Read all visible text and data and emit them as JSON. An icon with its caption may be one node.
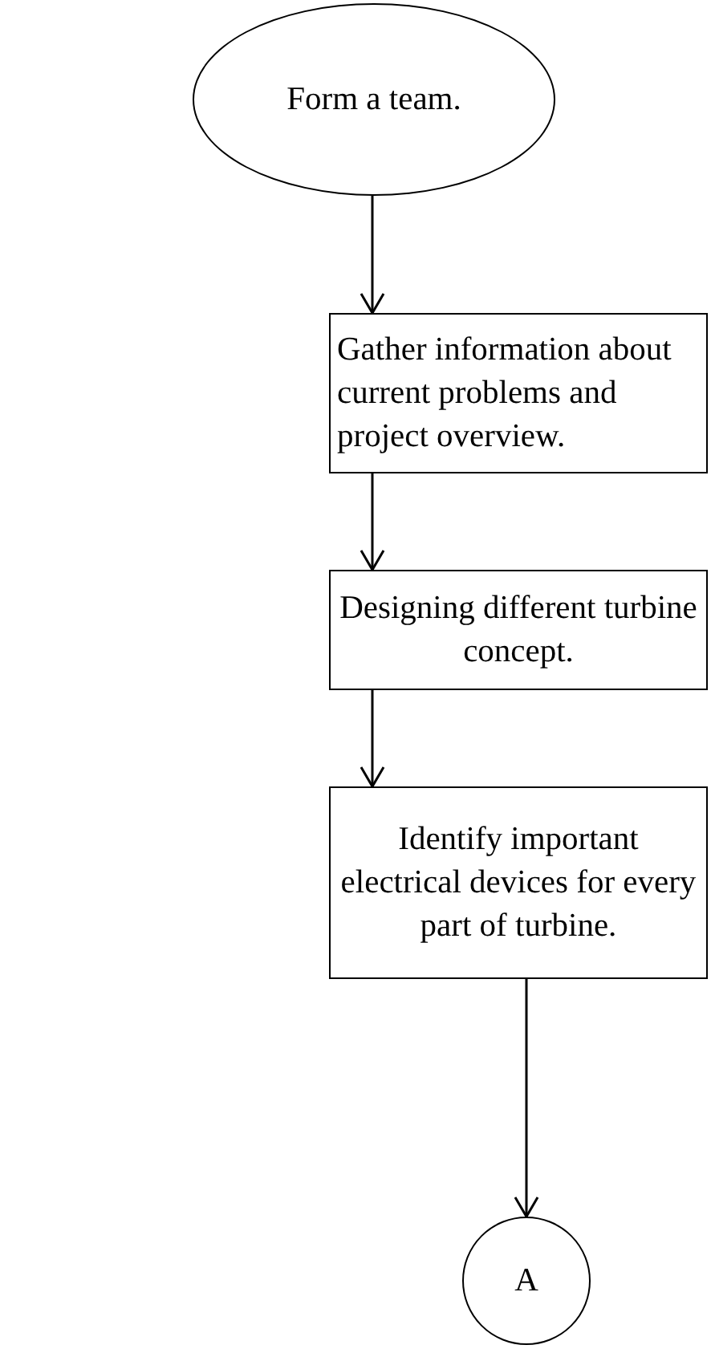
{
  "diagram": {
    "nodes": [
      {
        "text": [
          "Form a team."
        ]
      },
      {
        "text": [
          "Gather information about current problems and project overview."
        ]
      },
      {
        "text": [
          "Designing different turbine concept."
        ]
      },
      {
        "text": [
          "Identify important electrical devices for every part of turbine."
        ]
      },
      {
        "text": [
          "A"
        ]
      }
    ],
    "edges": [
      {
        "from": 0,
        "to": 1,
        "arrow": "to"
      },
      {
        "from": 1,
        "to": 2,
        "arrow": "to"
      },
      {
        "from": 2,
        "to": 3,
        "arrow": "to"
      },
      {
        "from": 3,
        "to": 4,
        "arrow": "to"
      }
    ]
  }
}
